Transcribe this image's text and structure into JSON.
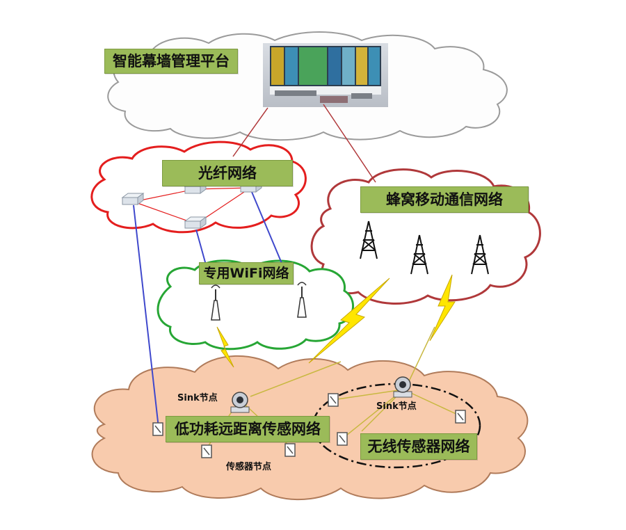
{
  "labels": {
    "platform": "智能幕墙管理平台",
    "fiber": "光纤网络",
    "cellular": "蜂窝移动通信网络",
    "wifi": "专用WiFi网络",
    "lpwan": "低功耗远距离传感网络",
    "wsn": "无线传感器网络",
    "sink1": "Sink节点",
    "sink2": "Sink节点",
    "sensor": "传感器节点"
  },
  "colors": {
    "platform_cloud_fill": "#fdfdfd",
    "platform_cloud_stroke": "#9a9a9a",
    "fiber_cloud_stroke": "#e41e1e",
    "cellular_cloud_stroke": "#b0383a",
    "wifi_cloud_stroke": "#27a635",
    "sensing_cloud_fill": "#f8cbad",
    "sensing_cloud_stroke": "#b07b5a",
    "label_bg": "#9bbb59",
    "link_red": "#b0383a",
    "link_blue": "#3f48cc",
    "lightning": "#ffe600"
  },
  "icons": [
    "video-wall-photo",
    "switch-icon",
    "cell-tower-icon",
    "wifi-antenna-icon",
    "camera-node-icon",
    "sensor-node-icon",
    "lightning-link-icon"
  ]
}
